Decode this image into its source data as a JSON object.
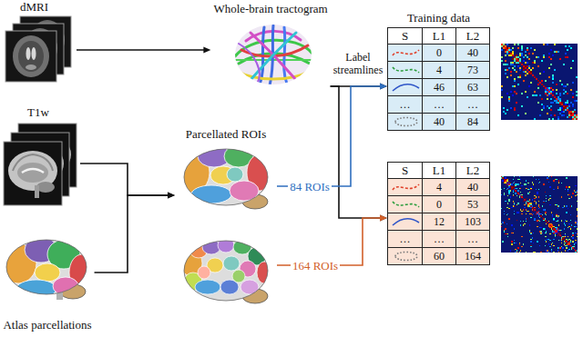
{
  "diagram": {
    "nodes": [
      {
        "text": [
          "dMRI"
        ]
      },
      {
        "text": [
          "T1w"
        ]
      },
      {
        "text": [
          "Atlas parcellations"
        ]
      },
      {
        "text": [
          "Whole-brain tractogram"
        ]
      },
      {
        "text": [
          "Parcellated ROIs"
        ]
      },
      {
        "text": [
          "Training data",
          "S",
          "L1",
          "L2",
          "0",
          "40",
          "4",
          "73",
          "46",
          "63",
          "…",
          "…",
          "…",
          "40",
          "84"
        ]
      },
      {
        "text": [
          "S",
          "L1",
          "L2",
          "4",
          "40",
          "0",
          "53",
          "12",
          "103",
          "…",
          "…",
          "…",
          "60",
          "164"
        ]
      }
    ],
    "edges": [
      {
        "from": 0,
        "to": 3,
        "arrow": "to"
      },
      {
        "from": 1,
        "to": 4,
        "arrow": "to"
      },
      {
        "from": 2,
        "to": 4,
        "arrow": "to"
      },
      {
        "from": 3,
        "to": 5,
        "arrow": "to"
      },
      {
        "from": 3,
        "to": 6,
        "arrow": "to"
      },
      {
        "from": 4,
        "to": 5,
        "label": "84 ROIs",
        "arrow": "to"
      },
      {
        "from": 4,
        "to": 6,
        "label": "164 ROIs",
        "arrow": "to"
      }
    ],
    "labels": [
      "Label streamlines"
    ]
  }
}
